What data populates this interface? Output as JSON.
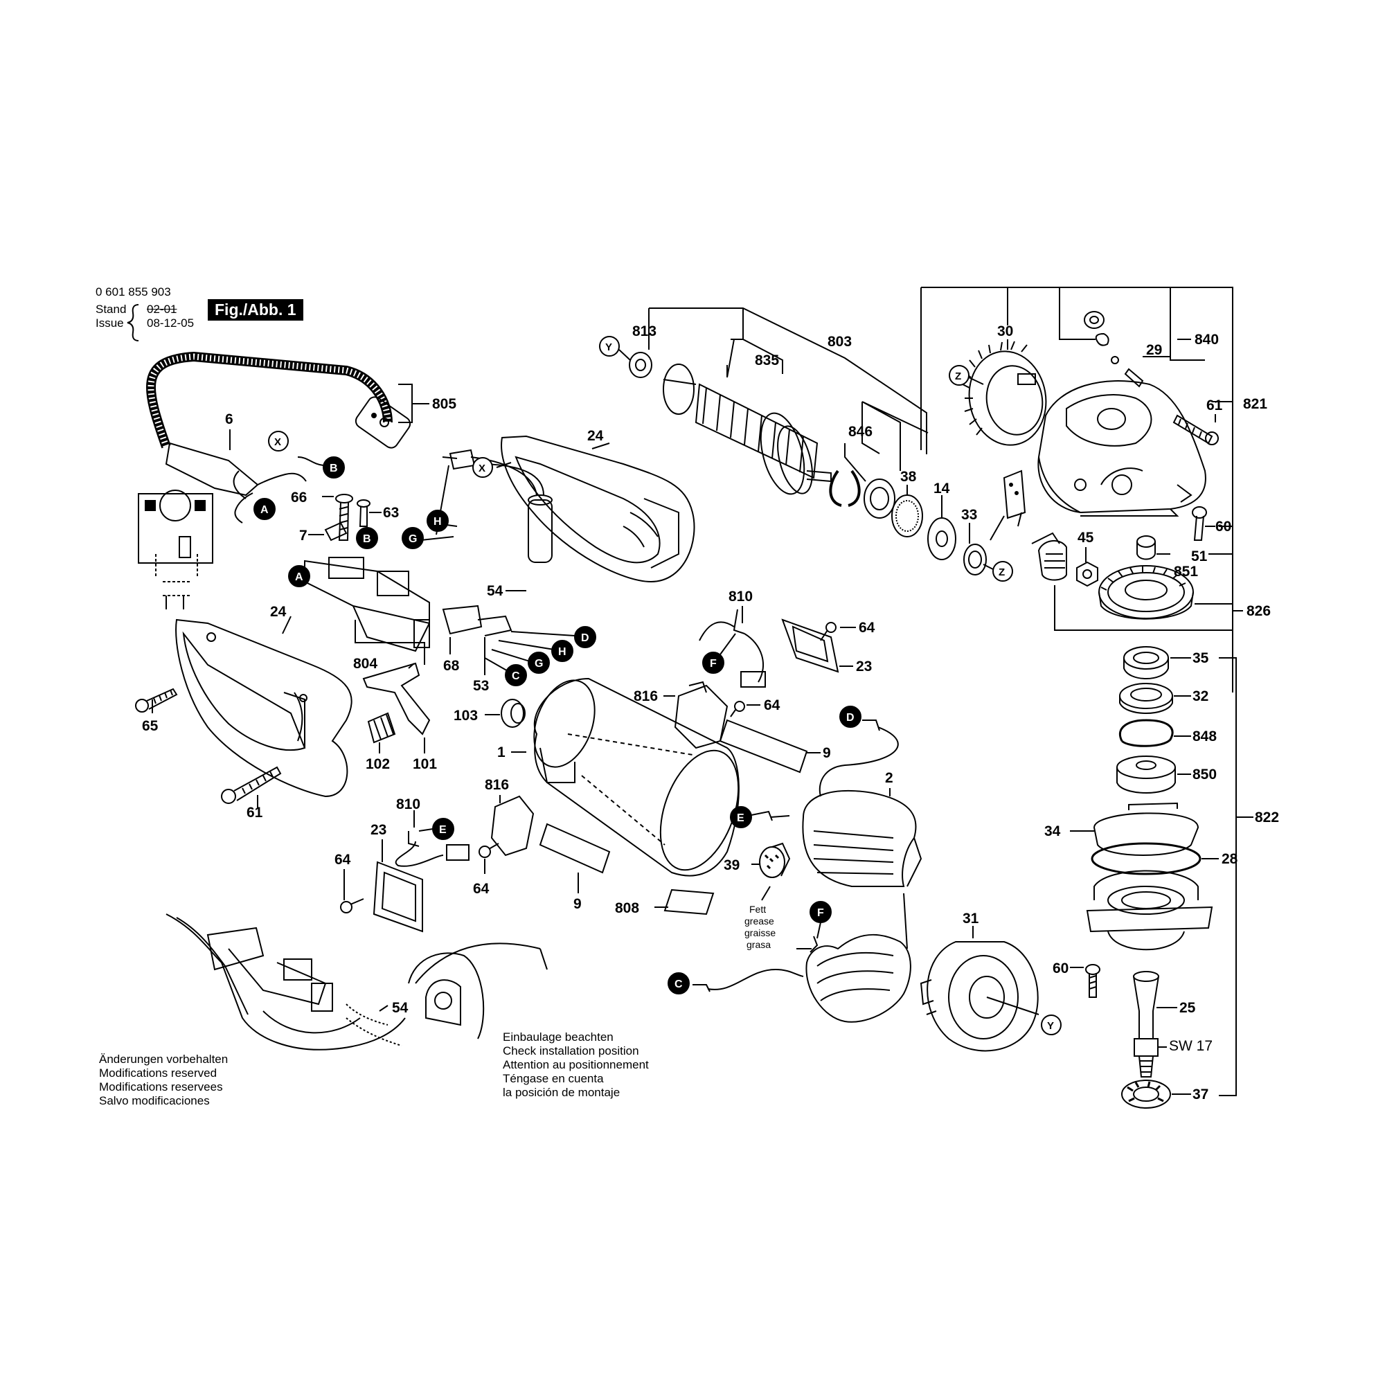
{
  "header": {
    "doc_number": "0 601 855 903",
    "stand_label": "Stand",
    "stand_value": "02-01",
    "issue_label": "Issue",
    "issue_value": "08-12-05",
    "figure_label": "Fig./Abb. 1"
  },
  "notes_modifications": [
    "Änderungen vorbehalten",
    "Modifications reserved",
    "Modifications reservees",
    "Salvo modificaciones"
  ],
  "notes_installation": [
    "Einbaulage beachten",
    "Check installation position",
    "Attention au positionnement",
    "Téngase en cuenta",
    "la posición de montaje"
  ],
  "grease_label": [
    "Fett",
    "grease",
    "graisse",
    "grasa"
  ],
  "wrench_size": "SW 17",
  "connectors": [
    "A",
    "B",
    "C",
    "D",
    "E",
    "F",
    "G",
    "H",
    "X",
    "Y",
    "Z"
  ],
  "parts": {
    "p1": "1",
    "p2": "2",
    "p6": "6",
    "p7": "7",
    "p9a": "9",
    "p9b": "9",
    "p14": "14",
    "p23a": "23",
    "p23b": "23",
    "p24a": "24",
    "p24b": "24",
    "p25": "25",
    "p28": "28",
    "p29": "29",
    "p30": "30",
    "p31": "31",
    "p32": "32",
    "p33": "33",
    "p34": "34",
    "p35": "35",
    "p37": "37",
    "p38": "38",
    "p39": "39",
    "p45": "45",
    "p51": "51",
    "p53": "53",
    "p54a": "54",
    "p54b": "54",
    "p60a": "60",
    "p60b": "60",
    "p61a": "61",
    "p61b": "61",
    "p63": "63",
    "p64a": "64",
    "p64b": "64",
    "p64c": "64",
    "p64d": "64",
    "p65": "65",
    "p66": "66",
    "p68": "68",
    "p101": "101",
    "p102": "102",
    "p103": "103",
    "p803": "803",
    "p804": "804",
    "p805": "805",
    "p808": "808",
    "p810a": "810",
    "p810b": "810",
    "p813": "813",
    "p816a": "816",
    "p816b": "816",
    "p821": "821",
    "p822": "822",
    "p826": "826",
    "p835": "835",
    "p840": "840",
    "p846": "846",
    "p848": "848",
    "p850": "850",
    "p851": "851"
  }
}
